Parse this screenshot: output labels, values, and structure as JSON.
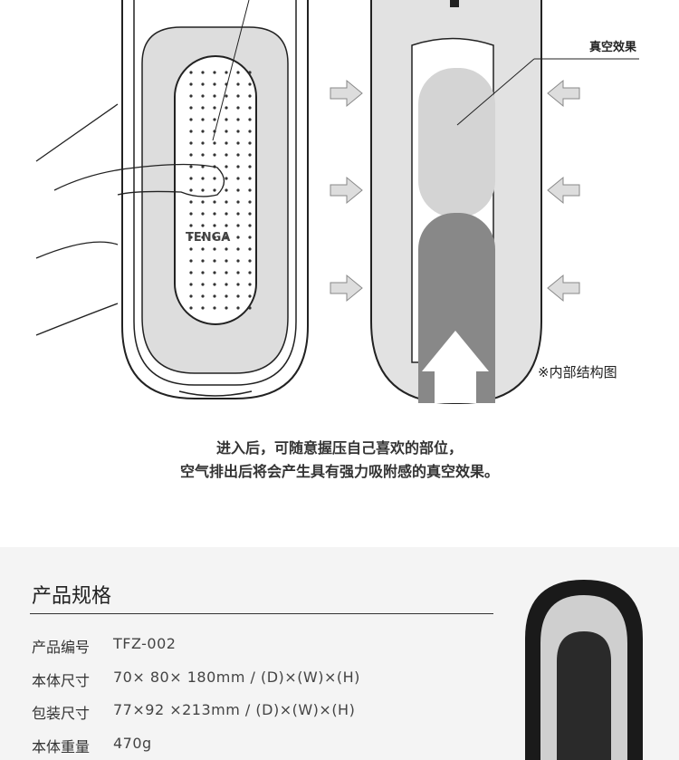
{
  "diagram": {
    "vacuum_label": "真空效果",
    "structure_note": "※内部结构图",
    "logo_text": "TENGA"
  },
  "caption": {
    "line1": "进入后，可随意握压自己喜欢的部位，",
    "line2": "空气排出后将会产生具有强力吸附感的真空效果。"
  },
  "spec": {
    "title": "产品规格",
    "rows": [
      {
        "label": "产品编号",
        "value": "TFZ-002"
      },
      {
        "label": "本体尺寸",
        "value": "70× 80× 180mm / (D)×(W)×(H)"
      },
      {
        "label": "包装尺寸",
        "value": "77×92 ×213mm / (D)×(W)×(H)"
      },
      {
        "label": "本体重量",
        "value": "470g"
      }
    ]
  }
}
